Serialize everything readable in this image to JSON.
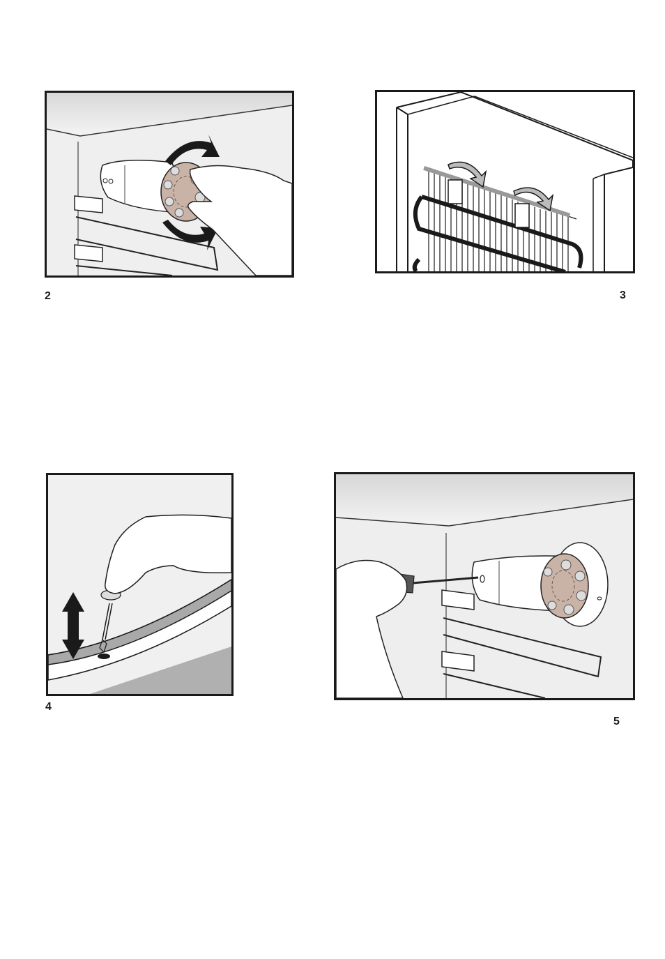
{
  "figures": [
    {
      "number": "2",
      "illustration": "thermostat-knob-turning"
    },
    {
      "number": "3",
      "illustration": "evaporator-clips"
    },
    {
      "number": "4",
      "illustration": "drain-hole-cleaning"
    },
    {
      "number": "5",
      "illustration": "thermostat-screw-removal"
    }
  ],
  "colors": {
    "frame": "#1a1a1a",
    "panel_bg": "#f2f2f2",
    "knob": "#c9b2a6",
    "arrow": "#1a1a1a"
  }
}
